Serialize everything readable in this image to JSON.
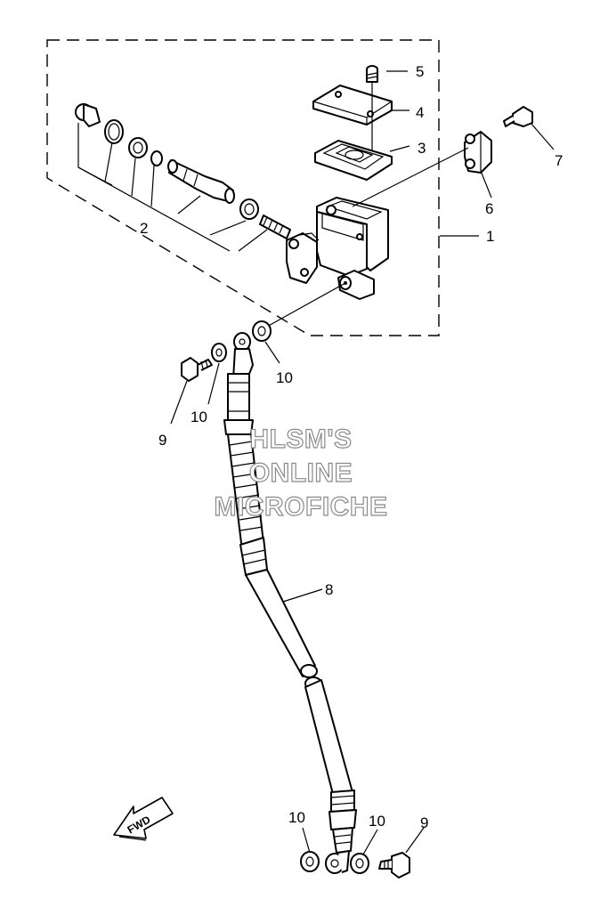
{
  "callouts": {
    "c1": "1",
    "c2": "2",
    "c3": "3",
    "c4": "4",
    "c5": "5",
    "c6": "6",
    "c7": "7",
    "c8": "8",
    "c9a": "9",
    "c9b": "9",
    "c10a": "10",
    "c10b": "10",
    "c10c": "10",
    "c10d": "10"
  },
  "watermark": {
    "line1": "HLSM'S",
    "line2": "ONLINE",
    "line3": "MICROFICHE"
  },
  "fwd_arrow": {
    "label": "FWD"
  }
}
